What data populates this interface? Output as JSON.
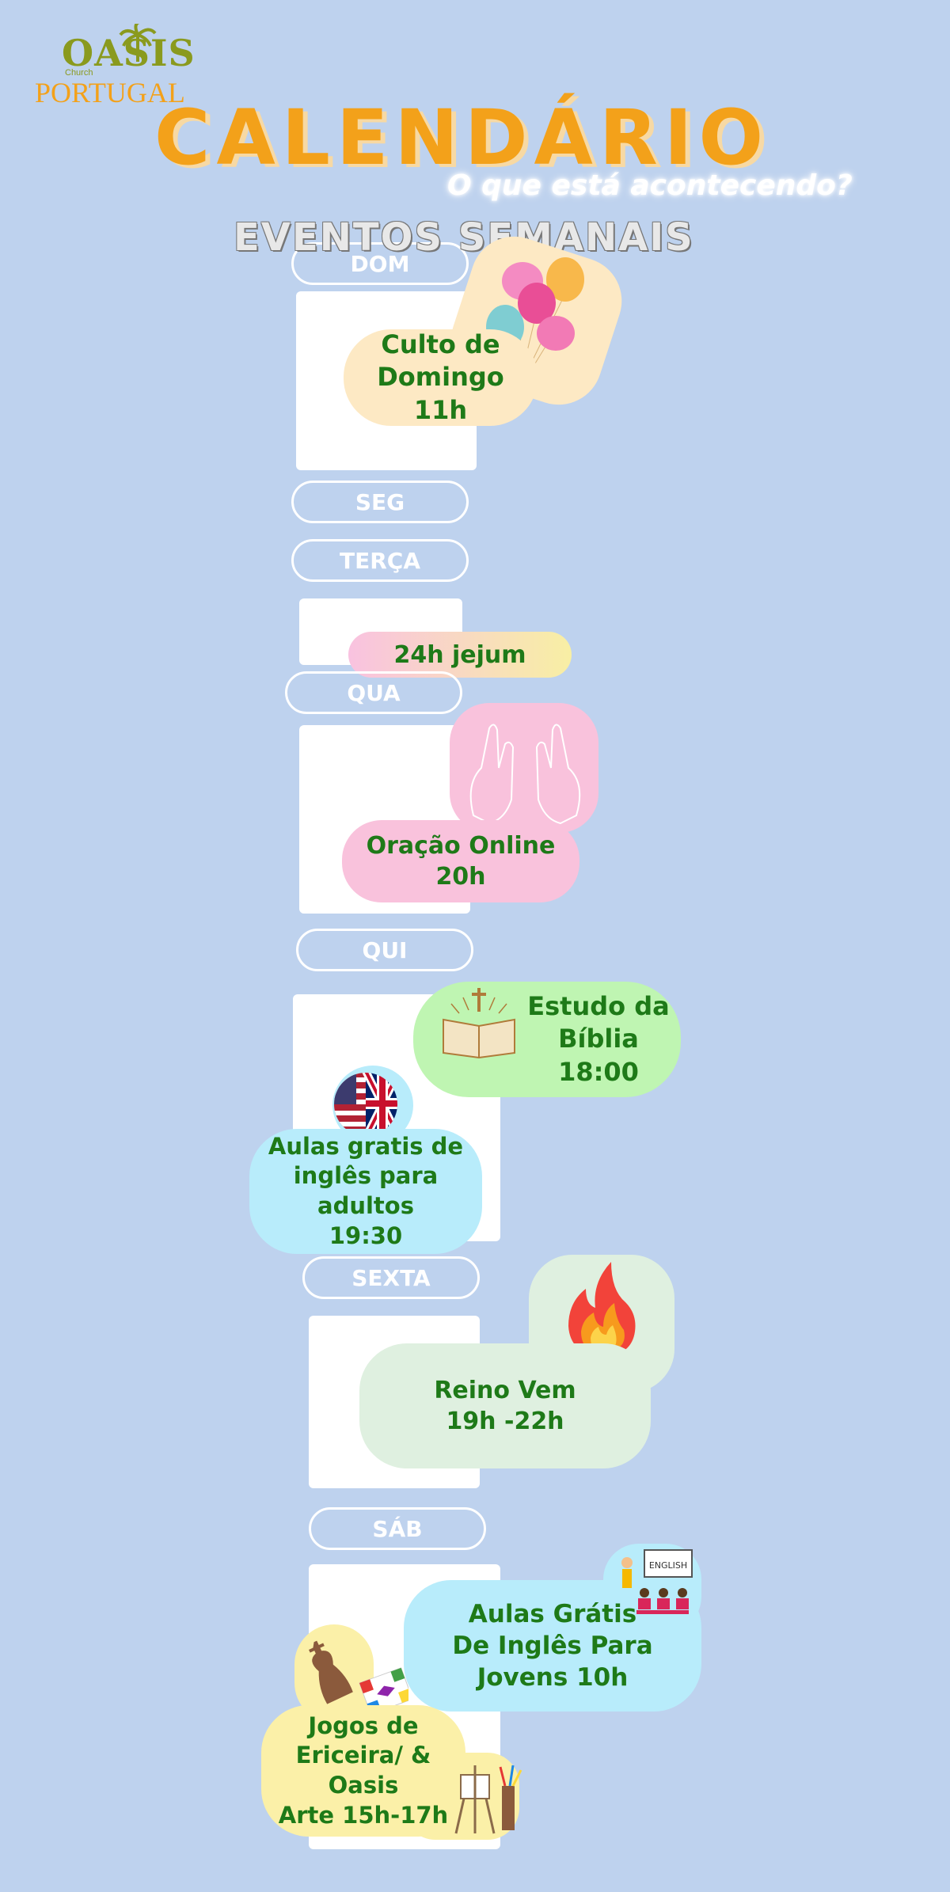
{
  "header": {
    "logo_oasis": "OASIS",
    "logo_church": "Church",
    "logo_portugal": "PORTUGAL",
    "title": "CALENDÁRIO",
    "subtitle": "O que está acontecendo?",
    "section": "EVENTOS SEMANAIS"
  },
  "days": {
    "dom": "DOM",
    "seg": "SEG",
    "terca": "TERÇA",
    "qua": "QUA",
    "qui": "QUI",
    "sexta": "SEXTA",
    "sab": "SÁB"
  },
  "events": {
    "culto": [
      "Culto de",
      "Domingo",
      "11h"
    ],
    "jejum": "24h jejum",
    "oracao": "Oração Online 20h",
    "estudo": [
      "Estudo da",
      "Bíblia",
      "18:00"
    ],
    "ingles_adultos": [
      "Aulas gratis de",
      "inglês para adultos",
      "19:30"
    ],
    "reino": [
      "Reino Vem",
      "19h -22h"
    ],
    "ingles_jovens": [
      "Aulas Grátis",
      "De Inglês Para",
      "Jovens 10h"
    ],
    "jogos": [
      "Jogos de",
      "Ericeira/ & Oasis",
      "Arte 15h-17h"
    ],
    "english_board": "ENGLISH"
  },
  "colors": {
    "background": "#bed2ee",
    "title": "#f3a11a",
    "event_text": "#1e7a18",
    "culto_bg": "#fde9c4",
    "jejum_bg": "#f7c6d9",
    "oracao_bg": "#f9c2dc",
    "estudo_bg": "#bff5b2",
    "ingles_bg": "#b8ecfb",
    "reino_bg": "#dff0e0",
    "jogos_bg": "#fbf0a8"
  }
}
